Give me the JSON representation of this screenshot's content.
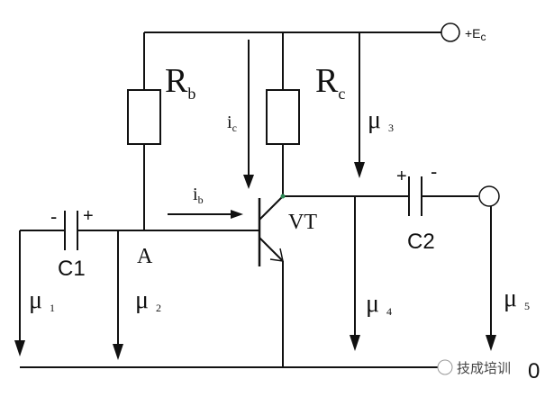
{
  "supply": {
    "label": "+E",
    "sub": "c"
  },
  "resistor_base": {
    "letter": "R",
    "sub": "b"
  },
  "resistor_collector": {
    "letter": "R",
    "sub": "c"
  },
  "current_collector": {
    "letter": "i",
    "sub": "c"
  },
  "current_base": {
    "letter": "i",
    "sub": "b"
  },
  "transistor": {
    "label": "VT"
  },
  "node_a": {
    "label": "A"
  },
  "capacitor_in": {
    "label": "C1",
    "neg": "-",
    "pos": "+"
  },
  "capacitor_out": {
    "label": "C2",
    "pos": "+",
    "neg": "-"
  },
  "voltages": {
    "u1": {
      "symbol": "μ",
      "sub": "1"
    },
    "u2": {
      "symbol": "μ",
      "sub": "2"
    },
    "u3": {
      "symbol": "μ",
      "sub": "3"
    },
    "u4": {
      "symbol": "μ",
      "sub": "4"
    },
    "u5": {
      "symbol": "μ",
      "sub": "5"
    }
  },
  "ground": {
    "label": "0"
  },
  "watermark": {
    "text": "技成培训"
  },
  "colors": {
    "line": "#111111",
    "accent_dot": "#2e8b57"
  }
}
